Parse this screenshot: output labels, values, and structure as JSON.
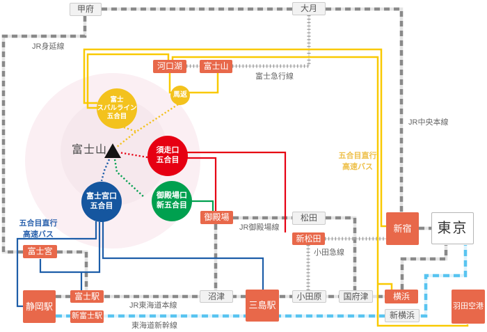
{
  "stations": {
    "kofu": "甲府",
    "otsuki": "大月",
    "kawaguchiko": "河口湖",
    "fujisan": "富士山",
    "umagaeshi": "馬返",
    "gotemba": "御殿場",
    "matsuda": "松田",
    "shinmatsuda": "新松田",
    "numazu": "沼津",
    "mishima": "三島駅",
    "odawara": "小田原",
    "kozu": "国府津",
    "shinjuku": "新宿",
    "tokyo": "東京",
    "yokohama": "横浜",
    "shinyokohama": "新横浜",
    "haneda": "羽田空港",
    "fujinomiya": "富士宮",
    "shizuoka": "静岡駅",
    "fuji_station": "富士駅",
    "shinfuji": "新富士駅"
  },
  "mountain": {
    "label": "富士山"
  },
  "trailheads": {
    "subaru": [
      "富士",
      "スバルライン",
      "五合目"
    ],
    "subashiri": [
      "須走口",
      "五合目"
    ],
    "fujinomiya_guchi": [
      "富士宮口",
      "五合目"
    ],
    "gotemba_guchi": [
      "御殿場口",
      "新五合目"
    ]
  },
  "line_labels": {
    "minobu": "JR身延線",
    "fujikyu": "富士急行線",
    "chuo": "JR中央本線",
    "gotemba_line": "JR御殿場線",
    "odakyu": "小田急線",
    "tokaido_main": "JR東海道本線",
    "shinkansen": "東海道新幹線",
    "bus_right": [
      "五合目直行",
      "高速バス"
    ],
    "bus_left": [
      "五合目直行",
      "高速バス"
    ]
  },
  "colors": {
    "station_orange": "#e8684a",
    "bus_yellow": "#f9c901",
    "trail_red": "#e60012",
    "trail_blue": "#1c5da8",
    "trail_green": "#00a04f",
    "subaru_yellow": "#f3c21d",
    "jr_gray": "#898989",
    "shinkansen_blue": "#58c4f0",
    "bus_label_yellow": "#eec04a",
    "bus_label_blue": "#2b62ad"
  }
}
